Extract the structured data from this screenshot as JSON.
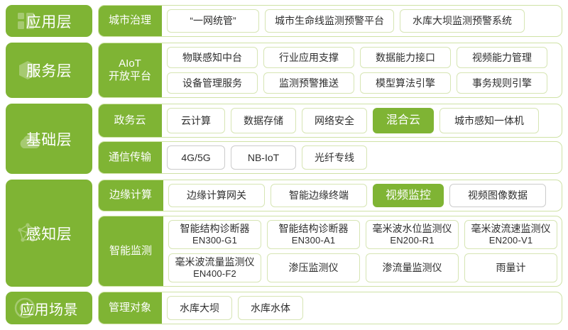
{
  "theme": {
    "green": "#7fb434",
    "light_border": "#cfe2a6",
    "chip_border": "#d6e5b4",
    "text": "#2e2e2e",
    "background": "#ffffff"
  },
  "layers": [
    {
      "id": "application-layer",
      "title": "应用层",
      "glyph": "grid-squares-icon",
      "rows": [
        {
          "id": "urban-governance",
          "label_lines": [
            "城市治理"
          ],
          "lines": [
            [
              {
                "text": "“一网统管”",
                "style": "plain",
                "w": "w-130"
              },
              {
                "text": "城市生命线监测预警平台",
                "style": "plain",
                "w": "w-182"
              },
              {
                "text": "水库大坝监测预警系统",
                "style": "plain",
                "w": "w-176"
              }
            ]
          ]
        }
      ]
    },
    {
      "id": "service-layer",
      "title": "服务层",
      "glyph": "cube-box-icon",
      "rows": [
        {
          "id": "aiot-open-platform",
          "label_lines": [
            "AIoT",
            "开放平台"
          ],
          "lines": [
            [
              {
                "text": "物联感知中台",
                "style": "plain",
                "w": "w-128"
              },
              {
                "text": "行业应用支撑",
                "style": "plain",
                "w": "w-128"
              },
              {
                "text": "数据能力接口",
                "style": "plain",
                "w": "w-128"
              },
              {
                "text": "视频能力管理",
                "style": "plain",
                "w": "w-128"
              }
            ],
            [
              {
                "text": "设备管理服务",
                "style": "plain",
                "w": "w-128"
              },
              {
                "text": "监测预警推送",
                "style": "plain",
                "w": "w-128"
              },
              {
                "text": "模型算法引擎",
                "style": "plain",
                "w": "w-128"
              },
              {
                "text": "事务规则引擎",
                "style": "plain",
                "w": "w-128"
              }
            ]
          ]
        }
      ]
    },
    {
      "id": "infrastructure-layer",
      "title": "基础层",
      "glyph": "cloud-icon",
      "rows": [
        {
          "id": "government-cloud",
          "label_lines": [
            "政务云"
          ],
          "lines": [
            [
              {
                "text": "云计算",
                "style": "plain",
                "w": "w-82"
              },
              {
                "text": "数据存储",
                "style": "plain",
                "w": "w-92"
              },
              {
                "text": "网络安全",
                "style": "plain",
                "w": "w-92"
              },
              {
                "text": "混合云",
                "style": "filled",
                "w": "w-86"
              },
              {
                "text": "城市感知一体机",
                "style": "plain",
                "w": "w-140"
              }
            ]
          ]
        },
        {
          "id": "communication-transmission",
          "label_lines": [
            "通信传输"
          ],
          "lines": [
            [
              {
                "text": "4G/5G",
                "style": "gray",
                "w": "w-82"
              },
              {
                "text": "NB-IoT",
                "style": "gray",
                "w": "w-92"
              },
              {
                "text": "光纤专线",
                "style": "plain",
                "w": "w-92"
              }
            ]
          ]
        }
      ]
    },
    {
      "id": "perception-layer",
      "title": "感知层",
      "glyph": "network-nodes-icon",
      "rows": [
        {
          "id": "edge-computing",
          "label_lines": [
            "边缘计算"
          ],
          "lines": [
            [
              {
                "text": "边缘计算网关",
                "style": "plain",
                "w": "w-136"
              },
              {
                "text": "智能边缘终端",
                "style": "plain",
                "w": "w-136"
              },
              {
                "text": "视频监控",
                "style": "filled",
                "w": "w-100"
              },
              {
                "text": "视频图像数据",
                "style": "gray",
                "w": "w-136"
              }
            ]
          ]
        },
        {
          "id": "intelligent-monitoring",
          "label_lines": [
            "智能监测"
          ],
          "lines": [
            [
              {
                "text": "智能结构诊断器",
                "sub": "EN300-G1",
                "style": "plain",
                "w": "w-144"
              },
              {
                "text": "智能结构诊断器",
                "sub": "EN300-A1",
                "style": "plain",
                "w": "w-144"
              },
              {
                "text": "毫米波水位监测仪",
                "sub": "EN200-R1",
                "style": "plain",
                "w": "w-144"
              },
              {
                "text": "毫米波流速监测仪",
                "sub": "EN200-V1",
                "style": "plain",
                "w": "w-144"
              }
            ],
            [
              {
                "text": "毫米波流量监测仪",
                "sub": "EN400-F2",
                "style": "plain",
                "w": "w-144"
              },
              {
                "text": "渗压监测仪",
                "style": "plain",
                "w": "w-144"
              },
              {
                "text": "渗流量监测仪",
                "style": "plain",
                "w": "w-144"
              },
              {
                "text": "雨量计",
                "style": "plain",
                "w": "w-144"
              }
            ]
          ]
        }
      ]
    },
    {
      "id": "application-scenario-layer",
      "title": "应用场景",
      "glyph": "target-circle-icon",
      "rows": [
        {
          "id": "management-object",
          "label_lines": [
            "管理对象"
          ],
          "lines": [
            [
              {
                "text": "水库大坝",
                "style": "plain",
                "w": "w-92"
              },
              {
                "text": "水库水体",
                "style": "plain",
                "w": "w-92"
              }
            ]
          ]
        }
      ]
    }
  ]
}
